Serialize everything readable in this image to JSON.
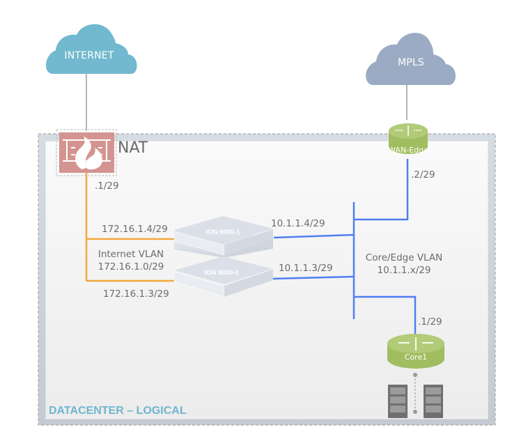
{
  "diagram": {
    "title": "DATACENTER – LOGICAL",
    "clouds": {
      "internet": {
        "label": "INTERNET",
        "color": "#72b9cf"
      },
      "mpls": {
        "label": "MPLS",
        "color": "#9aabc3"
      }
    },
    "firewall": {
      "label": "NAT",
      "color": "#d49490",
      "icon": "firewall-icon"
    },
    "routers": {
      "wan_edge": {
        "label": "WAN-Edge",
        "color": "#a9c46c"
      },
      "core1": {
        "label": "Core1",
        "color": "#a9c46c"
      }
    },
    "ion_devices": [
      {
        "label": "ION 9000-1"
      },
      {
        "label": "ION 9000-2"
      }
    ],
    "labels": {
      "nat_ip": ".1/29",
      "ion1_internet_ip": "172.16.1.4/29",
      "internet_vlan_name": "Internet VLAN",
      "internet_vlan_subnet": "172.16.1.0/29",
      "ion2_internet_ip": "172.16.1.3/29",
      "ion1_core_ip": "10.1.1.4/29",
      "ion2_core_ip": "10.1.1.3/29",
      "core_vlan_name": "Core/Edge VLAN",
      "core_vlan_subnet": "10.1.1.x/29",
      "wan_edge_ip": ".2/29",
      "core1_ip": ".1/29"
    },
    "colors": {
      "internet_link": "#f3a83b",
      "core_link": "#4f7ef2",
      "uplink": "#b5b5b5",
      "title": "#6fb6d0"
    },
    "servers": [
      {
        "icon": "server-rack-icon"
      },
      {
        "icon": "server-rack-icon"
      }
    ]
  }
}
